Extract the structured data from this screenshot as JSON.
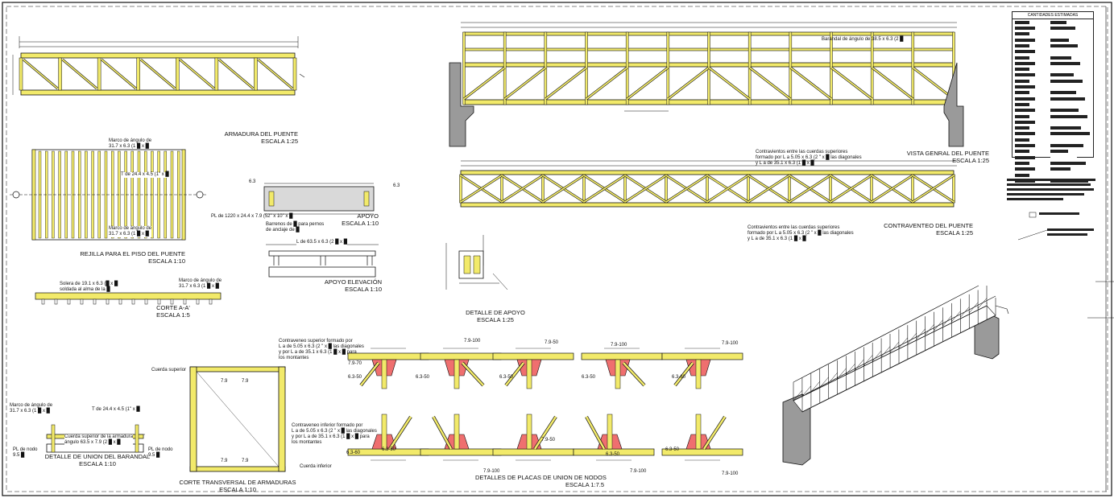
{
  "colors": {
    "steel": "#f2ea6a",
    "line": "#111111",
    "gusset": "#ef6f6f",
    "concrete": "#9a9a9a",
    "bg": "#ffffff"
  },
  "views": {
    "armadura": {
      "title": "ARMADURA DEL PUENTE",
      "scale": "ESCALA 1:25"
    },
    "vista": {
      "title": "VISTA GENRAL DEL PUENTE",
      "scale": "ESCALA 1:25",
      "note": "Barandal de ángulo de 38.5 x 6.3 (2 █"
    },
    "contraventeo": {
      "title": "CONTRAVENTEO DEL PUENTE",
      "scale": "ESCALA 1:25",
      "note_top": [
        "Contravientos entre las cuerdas superiores",
        "formado por L a 5.05 x 6.3 (2 \" x █ las diagonales",
        "y L a de 35.1 x 6.3 (1 █ x █"
      ],
      "note_bot": [
        "Contravientos entre las cuerdas superiores",
        "formado por L a 5.05 x 6.3 (2 \" x █ las diagonales",
        "y L a de 35.1 x 6.3 (1 █ x █"
      ]
    },
    "rejilla": {
      "title": "REJILLA PARA EL PISO DEL PUENTE",
      "scale": "ESCALA 1:10",
      "note_marco1": [
        "Marco de ángulo de",
        "31.7 x 6.3 (1 █ x █"
      ],
      "note_t": "T de 24.4 x 4.5 (1\" x █",
      "note_marco2": [
        "Marco de ángulo de",
        "31.7 x 6.3 (1 █ x █"
      ]
    },
    "apoyo": {
      "title": "APOYO",
      "scale": "ESCALA 1:10",
      "pl": "PL de 1220 x 24.4 x 7.9 (52\" x 10\" x █",
      "barrenos": [
        "Barrenos de █ para pernos",
        "de anclaje de █"
      ],
      "dim1": "6.3",
      "dim2": "6.3"
    },
    "apoyo_elev": {
      "title": "APOYO ELEVACIÓN",
      "scale": "ESCALA 1:10",
      "note": "L de 63.5 x 6.3 (2 █ x █"
    },
    "corte_a": {
      "title": "CORTE A-A'",
      "scale": "ESCALA 1:5",
      "note_sol": [
        "Solera de 19.1 x 6.3 (█ x █",
        "soldada al alma de la █"
      ],
      "note_marco": [
        "Marco de ángulo de",
        "31.7 x 6.3 (1 █ x █"
      ]
    },
    "detalle_apoyo": {
      "title": "DETALLE DE APOYO",
      "scale": "ESCALA 1:25"
    },
    "barandal": {
      "title": "DETALLE DE UNION DEL BARANDAL",
      "scale": "ESCALA 1:10",
      "note_marco": [
        "Marco de ángulo de",
        "31.7 x 6.3 (1 █ x █"
      ],
      "note_t": "T de 24.4 x 4.5 (1\" x █",
      "note_cuerda": [
        "Cuerda superior de la armadura",
        "ángulo 63.5 x 7.9 (2 █ x █"
      ],
      "pl_left": [
        "PL de nodo",
        "9.5 █"
      ],
      "pl_right": [
        "PL de nodo",
        "9.5 █"
      ]
    },
    "corte_transversal": {
      "title": "CORTE TRANSVERSAL DE ARMADURAS",
      "scale": "ESCALA 1:10",
      "cuerda_sup": "Cuerda superior",
      "cuerda_inf": "Cuerda inferior",
      "d1": "7.9",
      "d2": "7.9",
      "d3": "7.9",
      "d4": "7.9",
      "note_sup": [
        "Contraveneo superior formado por",
        "L a de 5.05 x 6.3 (2 \" x █ las diagonales",
        "y por L a de 35.1 x 6.3 (1 █ x █ para",
        "los montantes"
      ],
      "note_inf": [
        "Contraveneo inferior formado por",
        "L a de 5.05 x 6.3 (2 \" x █ las diagonales",
        "y por L a de 35.1 x 6.3 (1 █ x █ para",
        "los montantes"
      ]
    },
    "placas": {
      "title": "DETALLES DE PLACAS DE UNION DE NODOS",
      "scale": "ESCALA 1:7.5",
      "dims": [
        "7.9-100",
        "7.9-70",
        "6.3-50",
        "7.9-50",
        "6.3-50",
        "6.3-50",
        "7.9-100",
        "6.3-50",
        "7.9-100",
        "6.3-60",
        "6.3-60",
        "6.3-50",
        "7.9-50",
        "7.9-100",
        "6.3-50",
        "7.9-100",
        "6.3-50",
        "7.9-100"
      ]
    }
  },
  "cantidades": {
    "title": "CANTIDADES ESTIMADAS",
    "rows": 28
  }
}
